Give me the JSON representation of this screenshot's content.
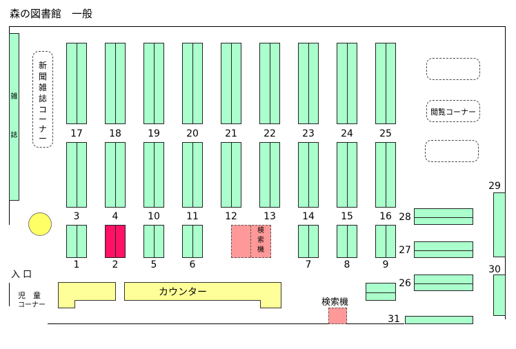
{
  "title": "森の図書館　一般",
  "colors": {
    "shelf": "#aaffcc",
    "active_shelf": "#ff1166",
    "counter": "#ffff99",
    "search_terminal": "#ff9999",
    "entrance_marker": "#ffff66"
  },
  "zones": {
    "magazine_wall": [
      "雑",
      "誌"
    ],
    "newspaper_corner": [
      "新",
      "聞",
      "雑",
      "誌",
      "コ",
      "ー",
      "ナ",
      "ー"
    ],
    "reading_corner": "閲覧コーナー",
    "entrance": "入 口",
    "kids_corner": [
      "児　童",
      "コーナー"
    ],
    "counter": "カウンター",
    "search_terminal_center": [
      "検",
      "索",
      "機"
    ],
    "search_terminal_bottom": "検索機"
  },
  "shelves": {
    "n1": "1",
    "n2": "2",
    "n3": "3",
    "n4": "4",
    "n5": "5",
    "n6": "6",
    "n7": "7",
    "n8": "8",
    "n9": "9",
    "n10": "10",
    "n11": "11",
    "n12": "12",
    "n13": "13",
    "n14": "14",
    "n15": "15",
    "n16": "16",
    "n17": "17",
    "n18": "18",
    "n19": "19",
    "n20": "20",
    "n21": "21",
    "n22": "22",
    "n23": "23",
    "n24": "24",
    "n25": "25",
    "n26": "26",
    "n27": "27",
    "n28": "28",
    "n29": "29",
    "n30": "30",
    "n31": "31"
  },
  "highlighted_shelf": "2"
}
